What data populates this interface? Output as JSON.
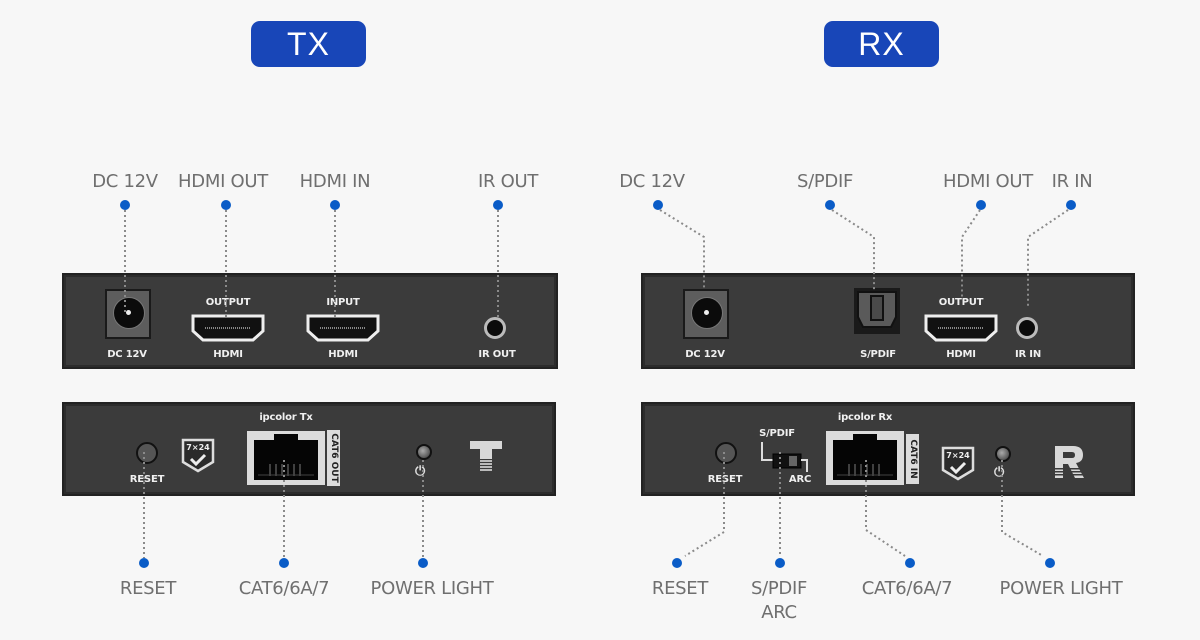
{
  "units": [
    {
      "id": "tx",
      "badge": "TX",
      "back_panel": {
        "callouts": [
          "DC 12V",
          "HDMI OUT",
          "HDMI IN",
          "IR OUT"
        ],
        "port_labels": {
          "dc": "DC 12V",
          "hdmi_out_top": "OUTPUT",
          "hdmi_out_bottom": "HDMI",
          "hdmi_in_top": "INPUT",
          "hdmi_in_bottom": "HDMI",
          "ir": "IR OUT"
        }
      },
      "front_panel": {
        "model": "ipcolor Tx",
        "reset_label": "RESET",
        "badge_7x24": "7×24",
        "rj45_side_label": "CAT6 OUT",
        "logo_letter": "T",
        "callouts": [
          "RESET",
          "CAT6/6A/7",
          "POWER LIGHT"
        ]
      }
    },
    {
      "id": "rx",
      "badge": "RX",
      "back_panel": {
        "callouts": [
          "DC 12V",
          "S/PDIF",
          "HDMI OUT",
          "IR IN"
        ],
        "port_labels": {
          "dc": "DC 12V",
          "spdif": "S/PDIF",
          "hdmi_out_top": "OUTPUT",
          "hdmi_out_bottom": "HDMI",
          "ir": "IR IN"
        }
      },
      "front_panel": {
        "model": "ipcolor Rx",
        "reset_label": "RESET",
        "switch_top": "S/PDIF",
        "switch_bottom": "ARC",
        "badge_7x24": "7×24",
        "rj45_side_label": "CAT6 IN",
        "logo_letter": "R",
        "callouts": [
          "RESET",
          "S/PDIF",
          "ARC",
          "CAT6/6A/7",
          "POWER LIGHT"
        ]
      }
    }
  ],
  "colors": {
    "badge": "#1846b8",
    "dot": "#0a5cc7",
    "panel": "#3b3b3b",
    "background": "#f7f7f7",
    "callout_text": "#6f6f6f"
  }
}
